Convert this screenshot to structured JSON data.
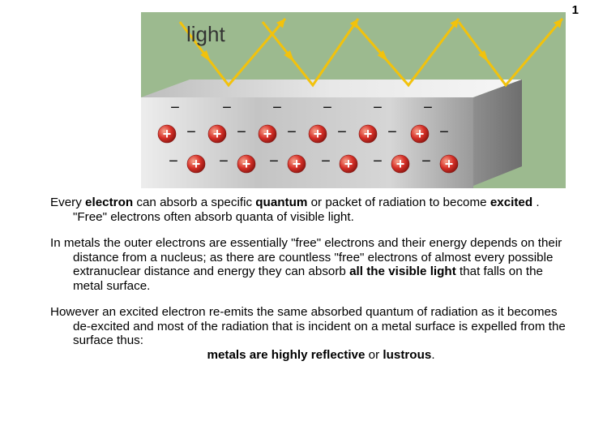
{
  "slide": {
    "number": "1"
  },
  "figure": {
    "light_label": "light",
    "plus_sign": "+",
    "minus_sign": "−",
    "colors": {
      "background": "#9cba8f",
      "ray": "#f2c20c",
      "ion": "#d8322a",
      "metal": "#c9c9c9"
    }
  },
  "paragraphs": {
    "p1": {
      "t1": "Every ",
      "b1": "electron",
      "t2": " can absorb a specific ",
      "b2": "quantum",
      "t3": " or packet of radiation to become ",
      "b3": "excited",
      "t4": " . \"Free\" electrons often absorb quanta of visible light."
    },
    "p2": {
      "t1": "In metals the outer electrons are essentially \"free\" electrons and their energy depends on their distance from a nucleus; as there are countless \"free\" electrons of almost every possible extranuclear distance and energy they can absorb ",
      "b1": "all the visible light",
      "t2": " that falls on the metal surface."
    },
    "p3": {
      "t1": "However an excited electron re-emits the same absorbed quantum of radiation as it becomes de-excited and most of the radiation that is incident on a metal surface is expelled from the surface thus:",
      "c_b1": "metals are highly reflective",
      "c_t1": " or ",
      "c_b2": "lustrous",
      "c_t2": "."
    }
  }
}
